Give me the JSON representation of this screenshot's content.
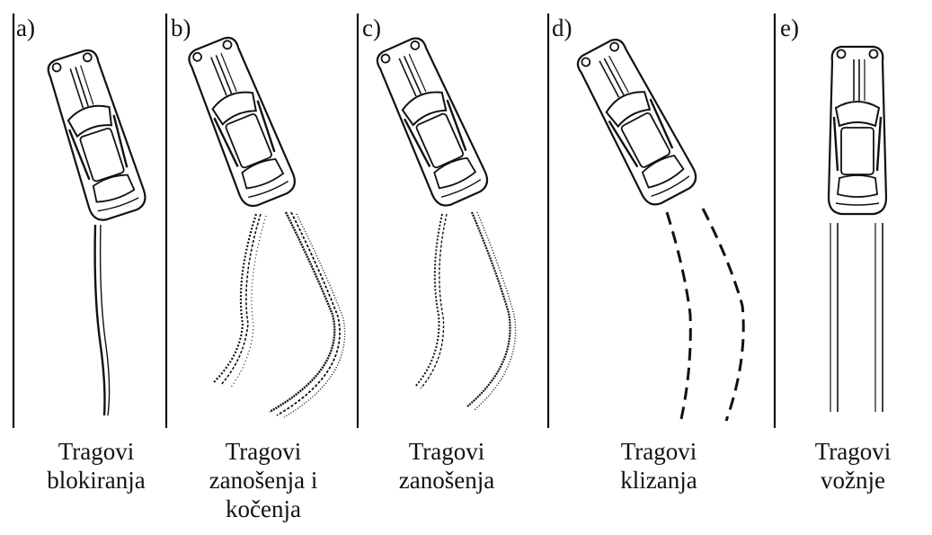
{
  "panels": [
    {
      "label": "a)",
      "caption": [
        "Tragovi",
        "blokiranja"
      ],
      "mark_type": "skid-line"
    },
    {
      "label": "b)",
      "caption": [
        "Tragovi",
        "zanošenja i",
        "kočenja"
      ],
      "mark_type": "yaw-braking"
    },
    {
      "label": "c)",
      "caption": [
        "Tragovi",
        "zanošenja"
      ],
      "mark_type": "yaw"
    },
    {
      "label": "d)",
      "caption": [
        "Tragovi",
        "klizanja"
      ],
      "mark_type": "dashed-slide"
    },
    {
      "label": "e)",
      "caption": [
        "Tragovi",
        "vožnje"
      ],
      "mark_type": "tire-tread"
    }
  ],
  "colors": {
    "ink": "#111111",
    "background": "#ffffff"
  }
}
